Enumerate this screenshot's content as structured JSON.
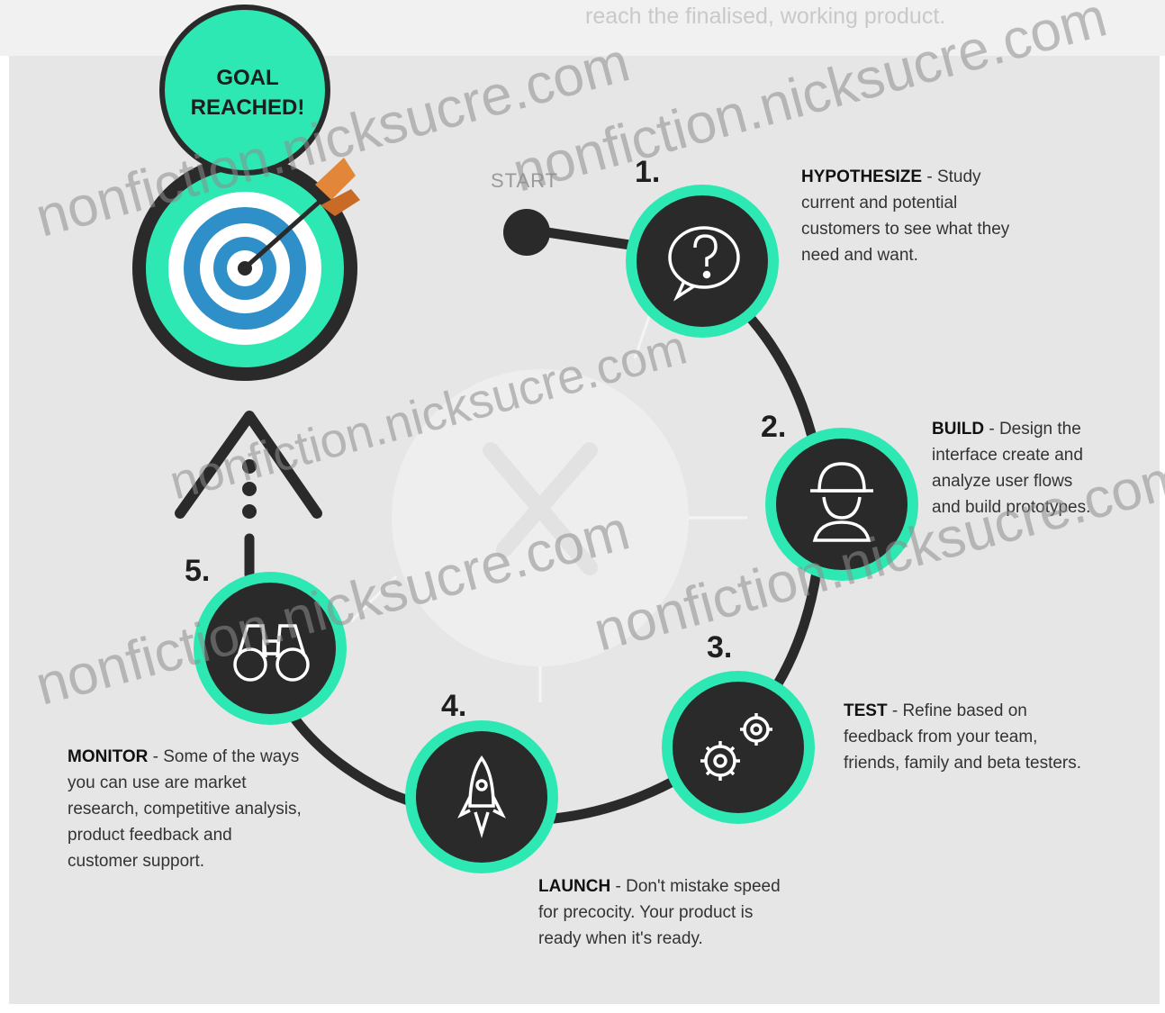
{
  "header": {
    "caption": "reach the finalised, working product."
  },
  "goal": {
    "line1": "GOAL",
    "line2": "REACHED!"
  },
  "start_label": "START",
  "steps": [
    {
      "number": "1.",
      "title": "HYPOTHESIZE",
      "text": "- Study current and potential customers to see what they need and want.",
      "icon": "question-bubble-icon"
    },
    {
      "number": "2.",
      "title": "BUILD",
      "text": "- Design the interface create and analyze user flows and build prototypes.",
      "icon": "builder-hardhat-icon"
    },
    {
      "number": "3.",
      "title": "TEST",
      "text": "- Refine based on feedback from your team, friends, family and beta testers.",
      "icon": "gears-icon"
    },
    {
      "number": "4.",
      "title": "LAUNCH",
      "text": "- Don't mistake speed for precocity. Your product is ready when it's ready.",
      "icon": "rocket-icon"
    },
    {
      "number": "5.",
      "title": "MONITOR",
      "text": "- Some of the ways you can use are market research, competitive analysis, product feedback and customer support.",
      "icon": "binoculars-icon"
    }
  ],
  "watermarks": [
    "nonfiction.nicksucre.com",
    "nonfiction.nicksucre.com",
    "nonfiction.nicksucre.com",
    "nonfiction.nicksucre.com",
    "nonfiction.nicksucre.com"
  ],
  "colors": {
    "accent": "#2ee8b3",
    "dark": "#2a2a2a",
    "panel": "#e6e6e6",
    "target_blue": "#2f8fc8",
    "arrow_orange": "#e2873a"
  }
}
